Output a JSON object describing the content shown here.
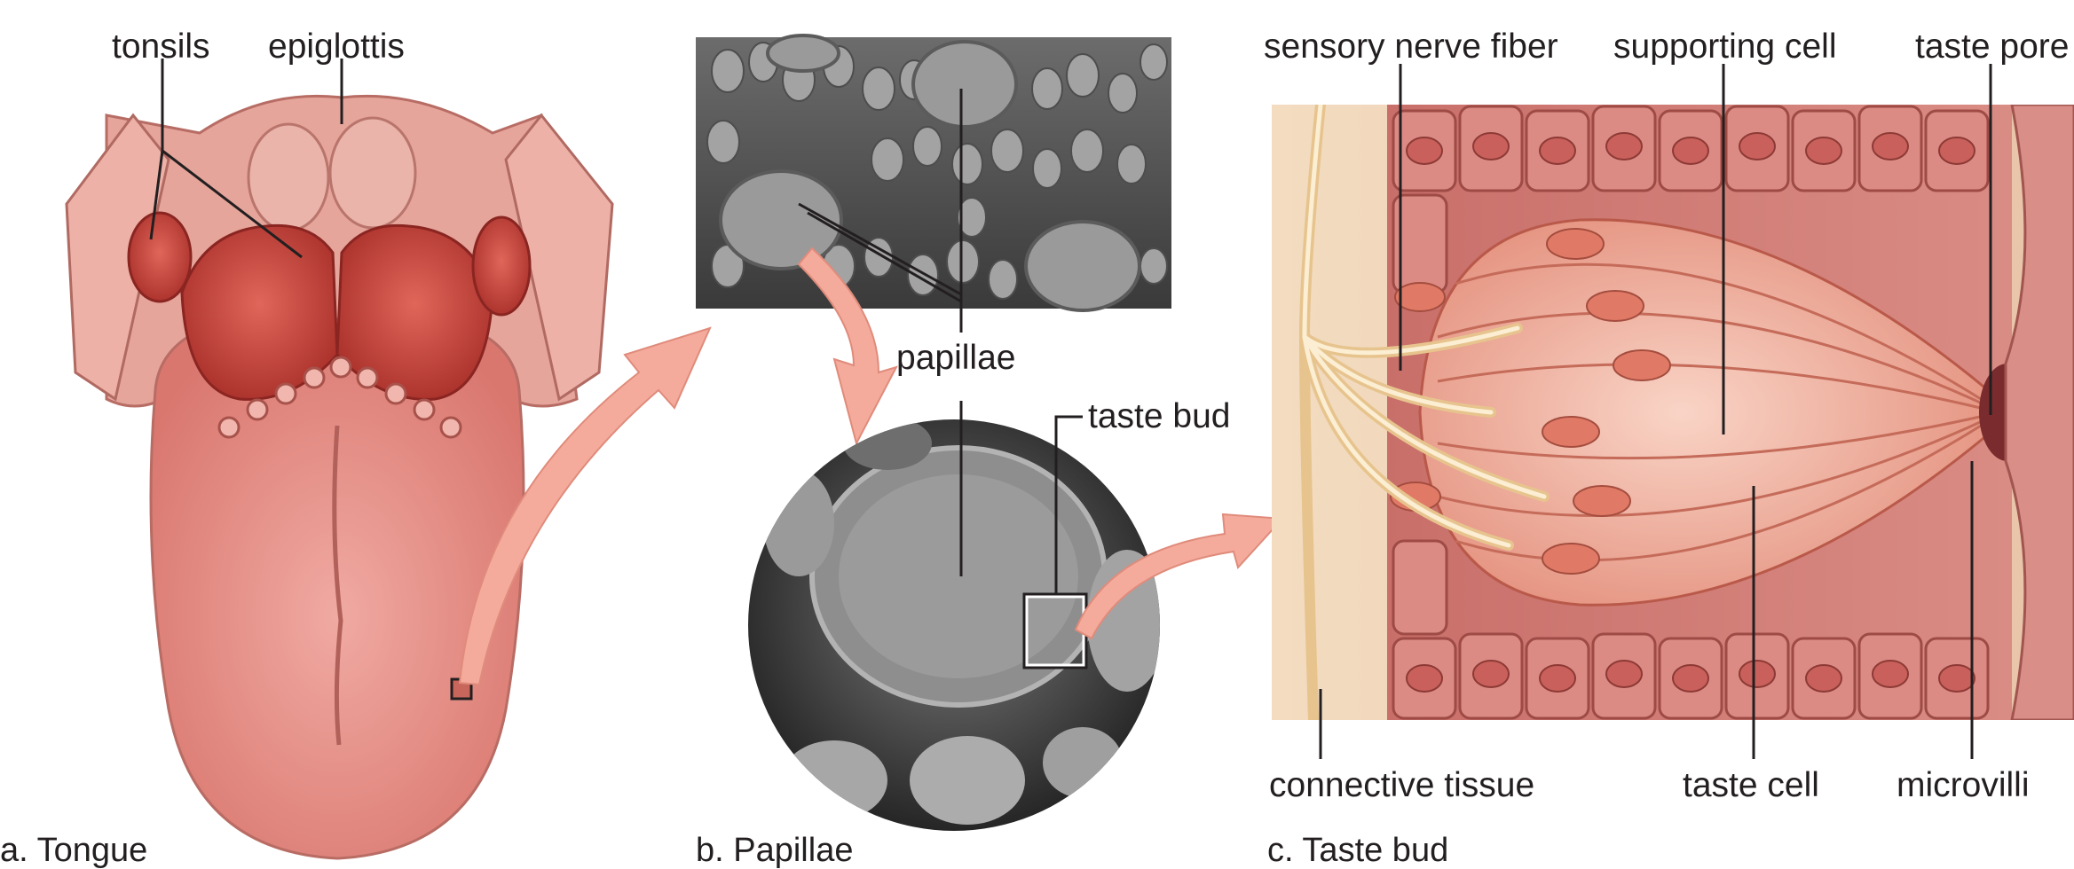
{
  "panels": {
    "tongue": {
      "caption": "a. Tongue",
      "labels": {
        "tonsils": "tonsils",
        "epiglottis": "epiglottis"
      }
    },
    "papillae": {
      "caption": "b. Papillae",
      "labels": {
        "papillae": "papillae",
        "taste_bud": "taste bud"
      }
    },
    "taste_bud": {
      "caption": "c. Taste bud",
      "labels": {
        "sensory_nerve_fiber": "sensory nerve fiber",
        "supporting_cell": "supporting cell",
        "taste_pore": "taste pore",
        "connective_tissue": "connective tissue",
        "taste_cell": "taste cell",
        "microvilli": "microvilli"
      }
    }
  },
  "colors": {
    "arrow": "#f4ab9c",
    "tongue_body": "#e8948c",
    "tonsil": "#c7433a",
    "sem_gray": "#8a8a8a",
    "cell_pink": "#e9a293",
    "nerve": "#f3deb0"
  }
}
